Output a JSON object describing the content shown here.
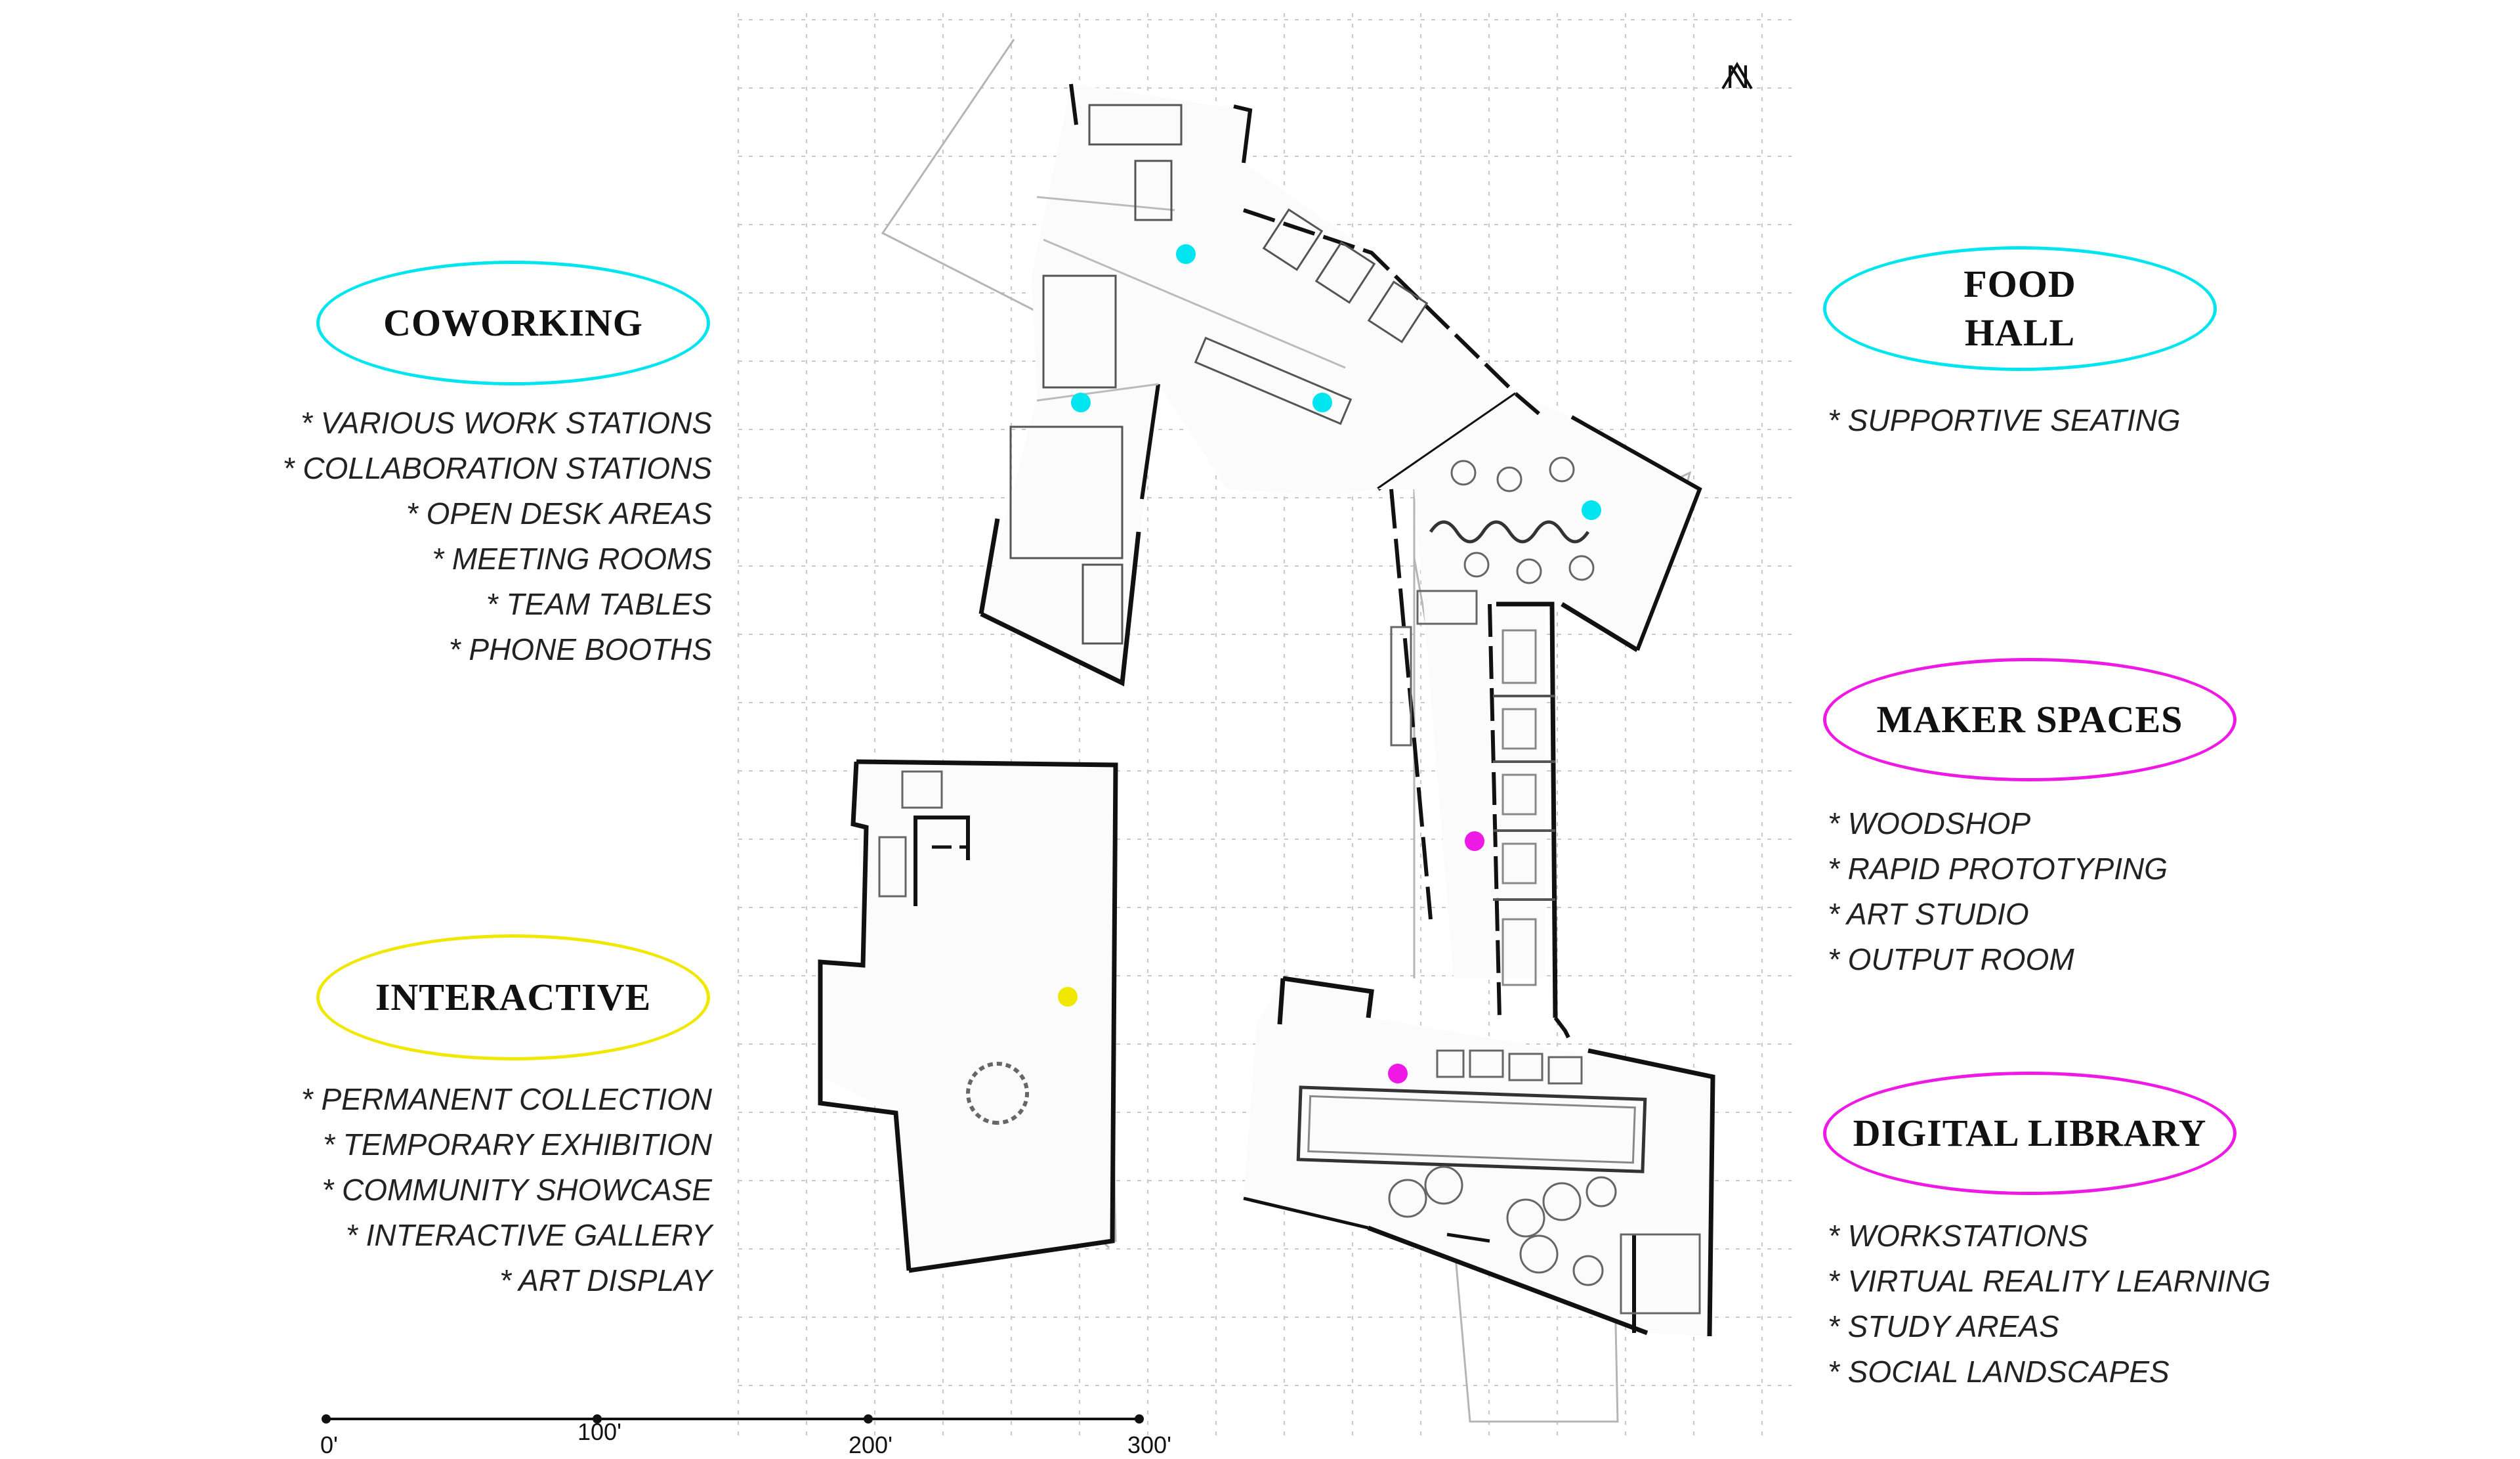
{
  "north_label": "N",
  "colors": {
    "cyan": "#00e5f0",
    "magenta": "#ee19e5",
    "yellow": "#f0e800",
    "wall": "#111111",
    "grid": "#c9c9c9",
    "light_line": "#b5b5b5"
  },
  "zones": {
    "coworking": {
      "title": "COWORKING",
      "items": [
        "* VARIOUS WORK STATIONS",
        "* COLLABORATION STATIONS",
        "* OPEN DESK AREAS",
        "* MEETING ROOMS",
        "* TEAM TABLES",
        "* PHONE BOOTHS"
      ]
    },
    "food_hall": {
      "title_line1": "FOOD",
      "title_line2": "HALL",
      "items": [
        "* SUPPORTIVE SEATING"
      ]
    },
    "maker_spaces": {
      "title": "MAKER SPACES",
      "items": [
        "* WOODSHOP",
        "* RAPID PROTOTYPING",
        "* ART STUDIO",
        "* OUTPUT ROOM"
      ]
    },
    "interactive": {
      "title": "INTERACTIVE",
      "items": [
        "* PERMANENT COLLECTION",
        "* TEMPORARY EXHIBITION",
        "* COMMUNITY SHOWCASE",
        "* INTERACTIVE GALLERY",
        "* ART DISPLAY"
      ]
    },
    "digital_library": {
      "title": "DIGITAL LIBRARY",
      "items": [
        "* WORKSTATIONS",
        "* VIRTUAL REALITY LEARNING",
        "* STUDY AREAS",
        "* SOCIAL LANDSCAPES"
      ]
    }
  },
  "scale_bar": {
    "ticks": [
      "0'",
      "100'",
      "200'",
      "300'"
    ]
  }
}
